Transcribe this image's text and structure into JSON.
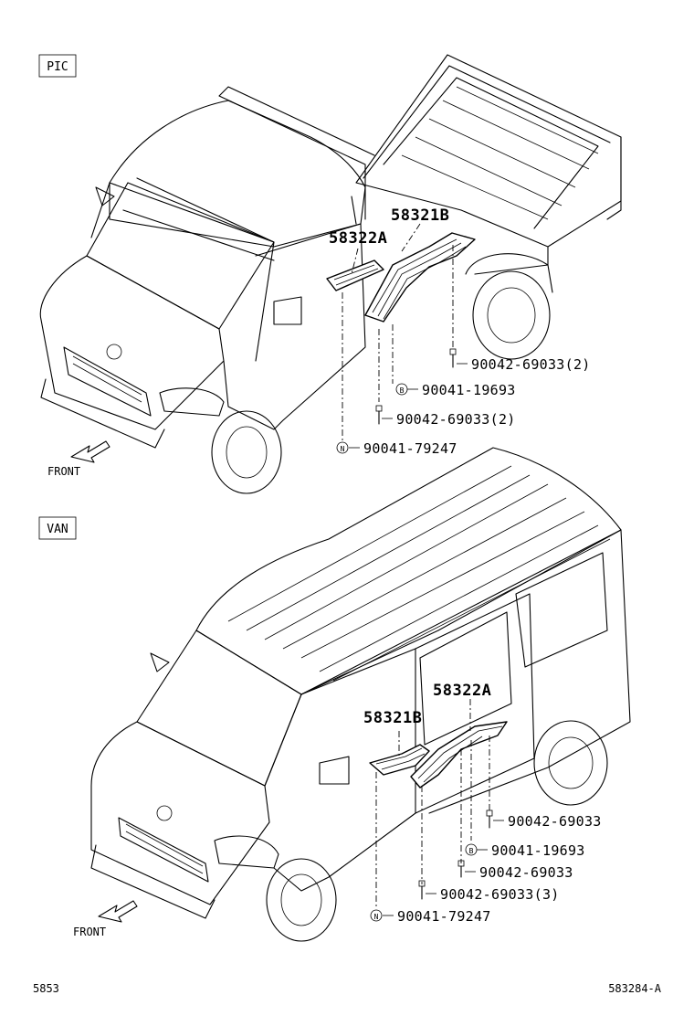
{
  "sections": {
    "pic": {
      "tag": "PIC",
      "front_label": "FRONT",
      "callouts": {
        "part_b": "58321B",
        "part_a": "58322A",
        "bolt_top": "90042-69033(2)",
        "clip_b": "90041-19693",
        "bolt_bottom": "90042-69033(2)",
        "clip_n": "90041-79247"
      },
      "markers": {
        "b": "B",
        "n": "N"
      }
    },
    "van": {
      "tag": "VAN",
      "front_label": "FRONT",
      "callouts": {
        "part_a": "58322A",
        "part_b": "58321B",
        "bolt_1": "90042-69033",
        "clip_b": "90041-19693",
        "bolt_2": "90042-69033",
        "bolt_3": "90042-69033(3)",
        "clip_n": "90041-79247"
      },
      "markers": {
        "b": "B",
        "n": "N"
      }
    }
  },
  "footer": {
    "left_code": "5853",
    "right_code": "583284-A"
  }
}
